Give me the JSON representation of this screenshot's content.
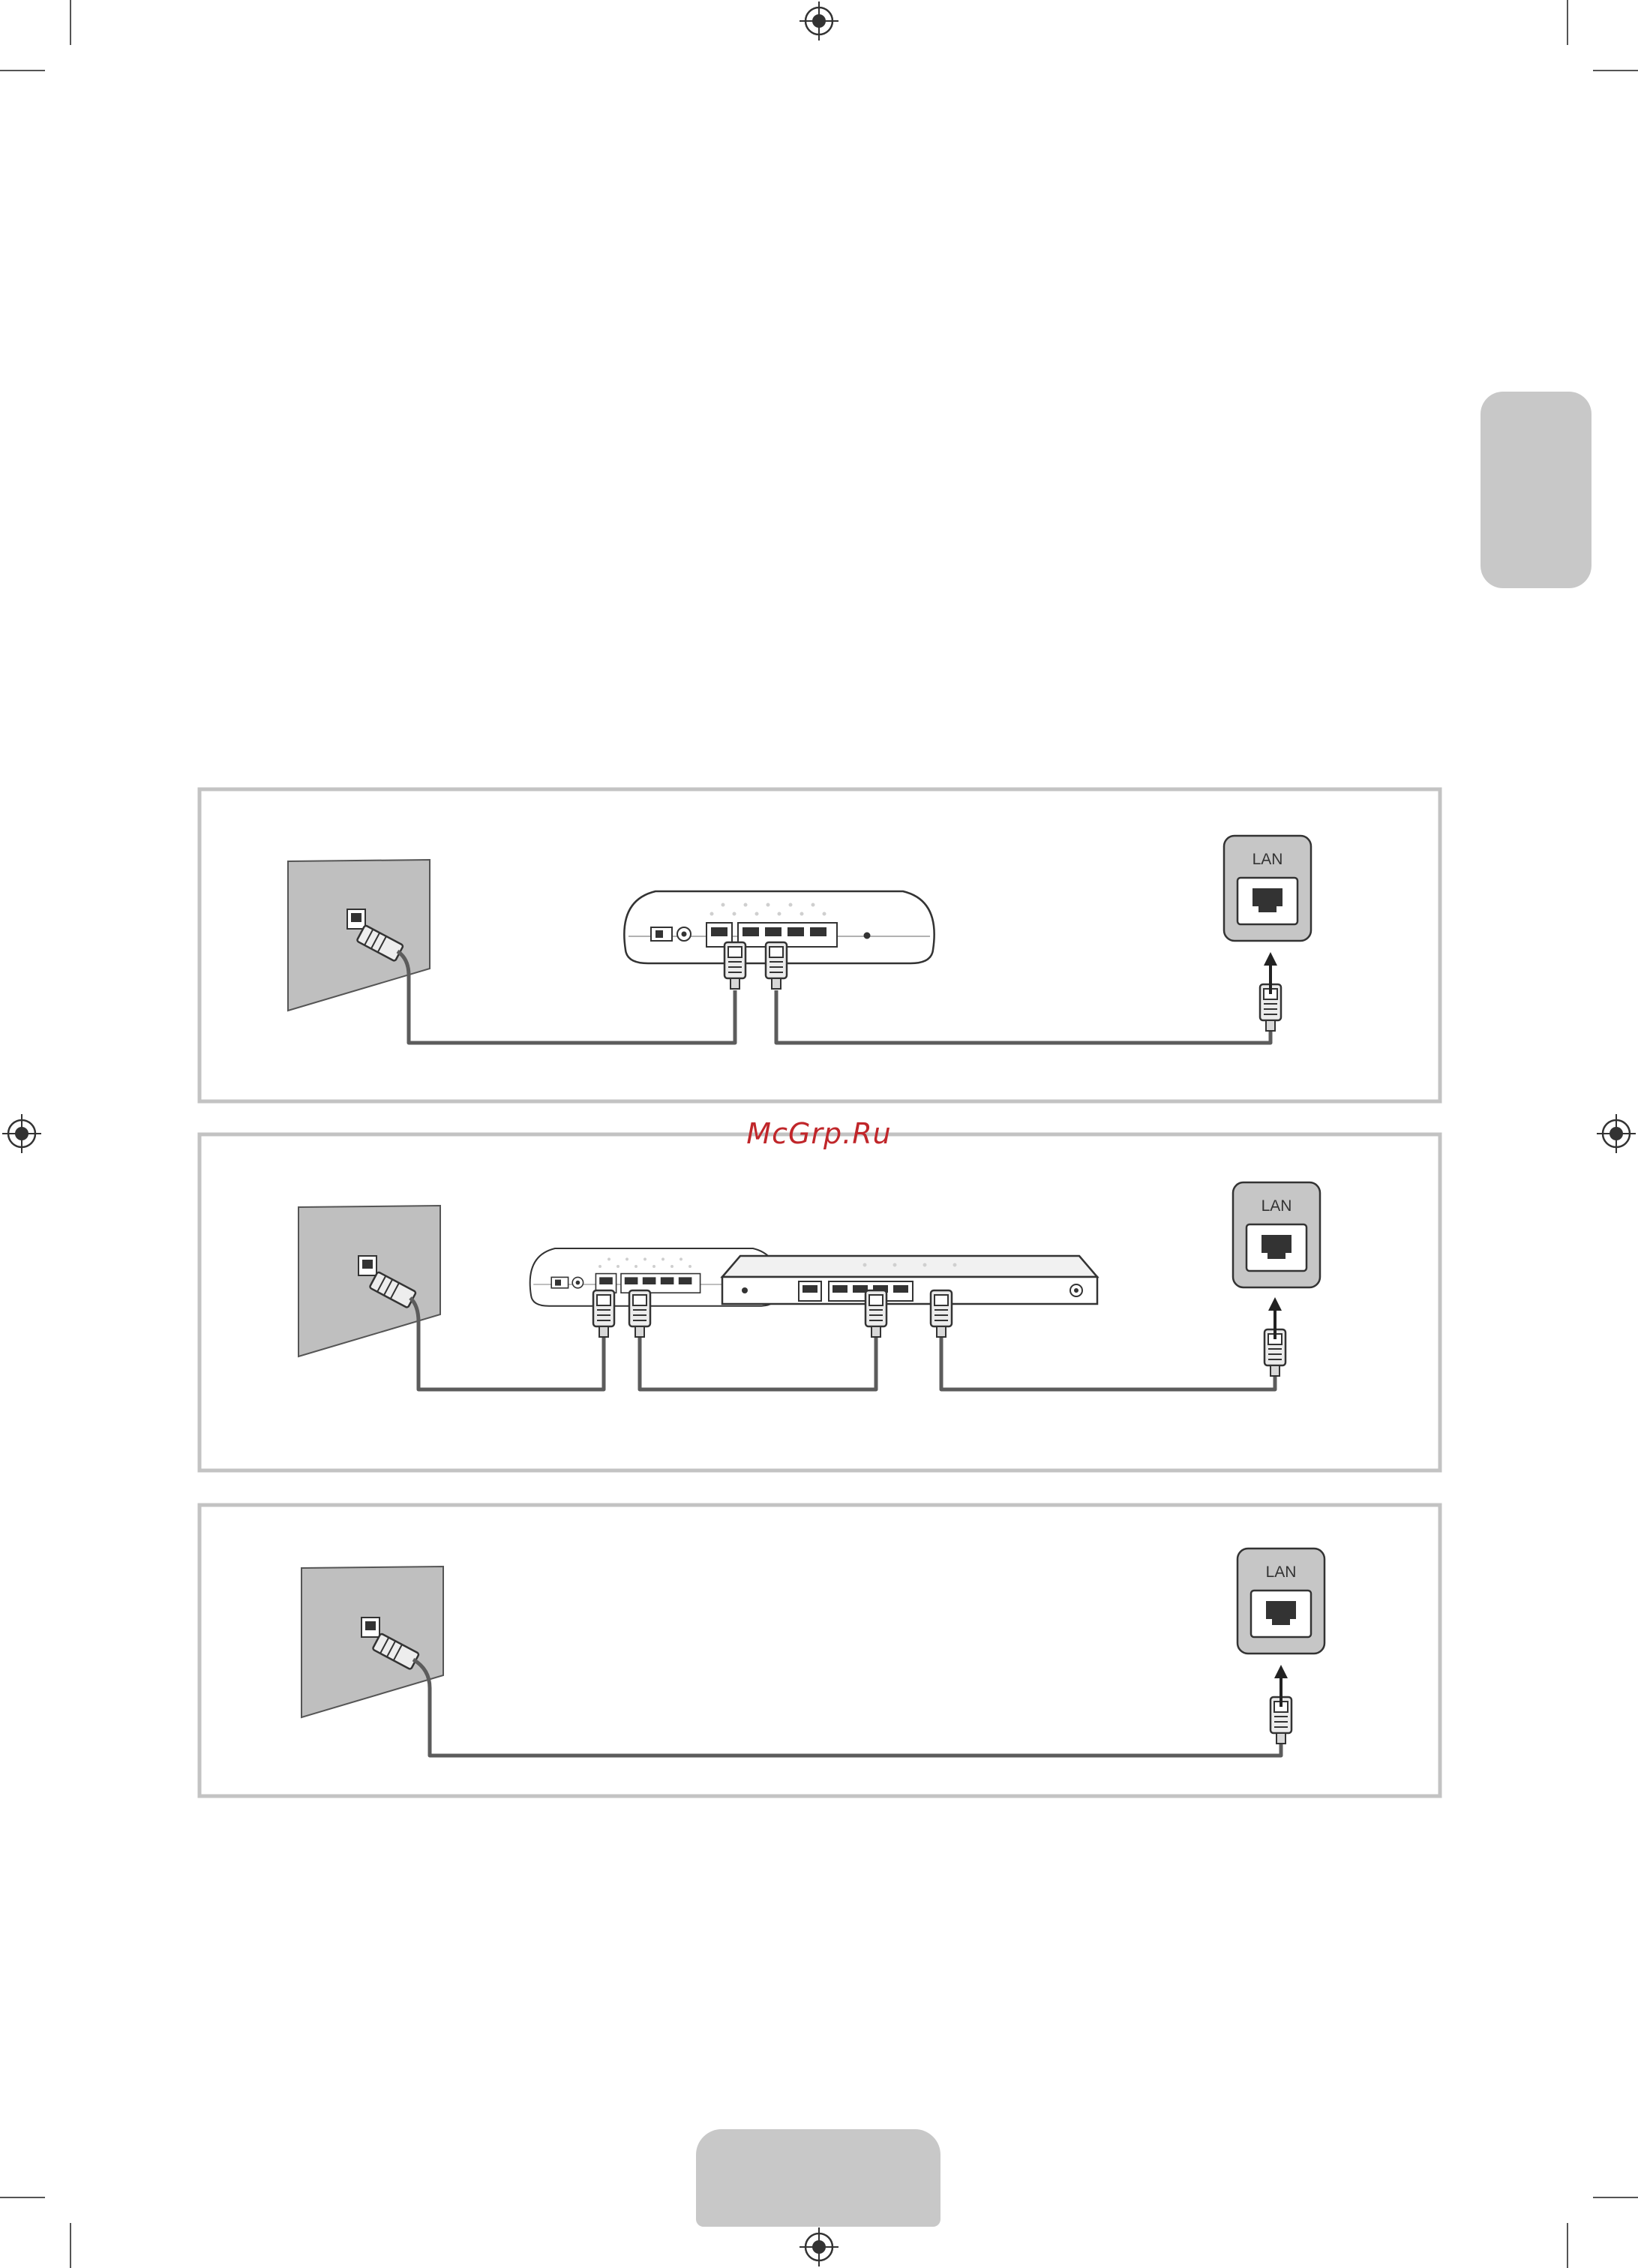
{
  "watermark": "McGrp.Ru",
  "tv_port_label": "LAN",
  "colors": {
    "panel_border": "#c3c3c3",
    "wall": "#bfbfbf",
    "cable": "#5c5c5c",
    "tab": "#c8c8c8",
    "watermark": "#c0262a"
  },
  "icons": [
    "registration-mark-icon",
    "wall-lan-socket-icon",
    "router-icon",
    "modem-icon",
    "lan-plug-icon",
    "tv-lan-port-icon",
    "arrow-up-icon"
  ],
  "diagrams": [
    {
      "id": "router-connection",
      "devices": [
        "wall-socket",
        "router",
        "tv-lan-port"
      ]
    },
    {
      "id": "router-and-modem-connection",
      "devices": [
        "wall-socket",
        "router",
        "modem",
        "tv-lan-port"
      ]
    },
    {
      "id": "direct-connection",
      "devices": [
        "wall-socket",
        "tv-lan-port"
      ]
    }
  ]
}
